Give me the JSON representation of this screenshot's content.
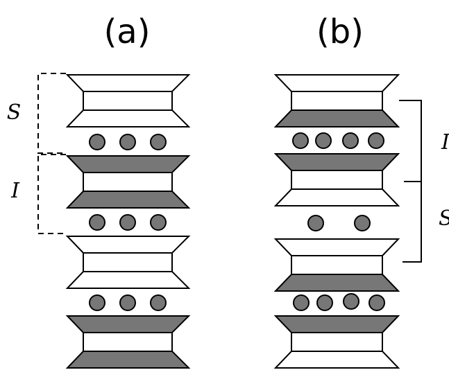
{
  "panels": {
    "a": {
      "label": "(a)",
      "bracket_labels": {
        "top": "S",
        "bottom": "I"
      },
      "layers": [
        "white",
        "gray",
        "white",
        "gray"
      ],
      "ion_counts": [
        3,
        3,
        3
      ]
    },
    "b": {
      "label": "(b)",
      "bracket_labels": {
        "top": "I",
        "bottom": "S"
      },
      "layers": [
        "white",
        "gray",
        "white",
        "gray"
      ],
      "ion_counts": [
        4,
        2,
        4
      ]
    }
  },
  "colors": {
    "gray_fill": "#777777",
    "white_fill": "#ffffff",
    "ion_fill": "#777777",
    "stroke": "#000000"
  }
}
